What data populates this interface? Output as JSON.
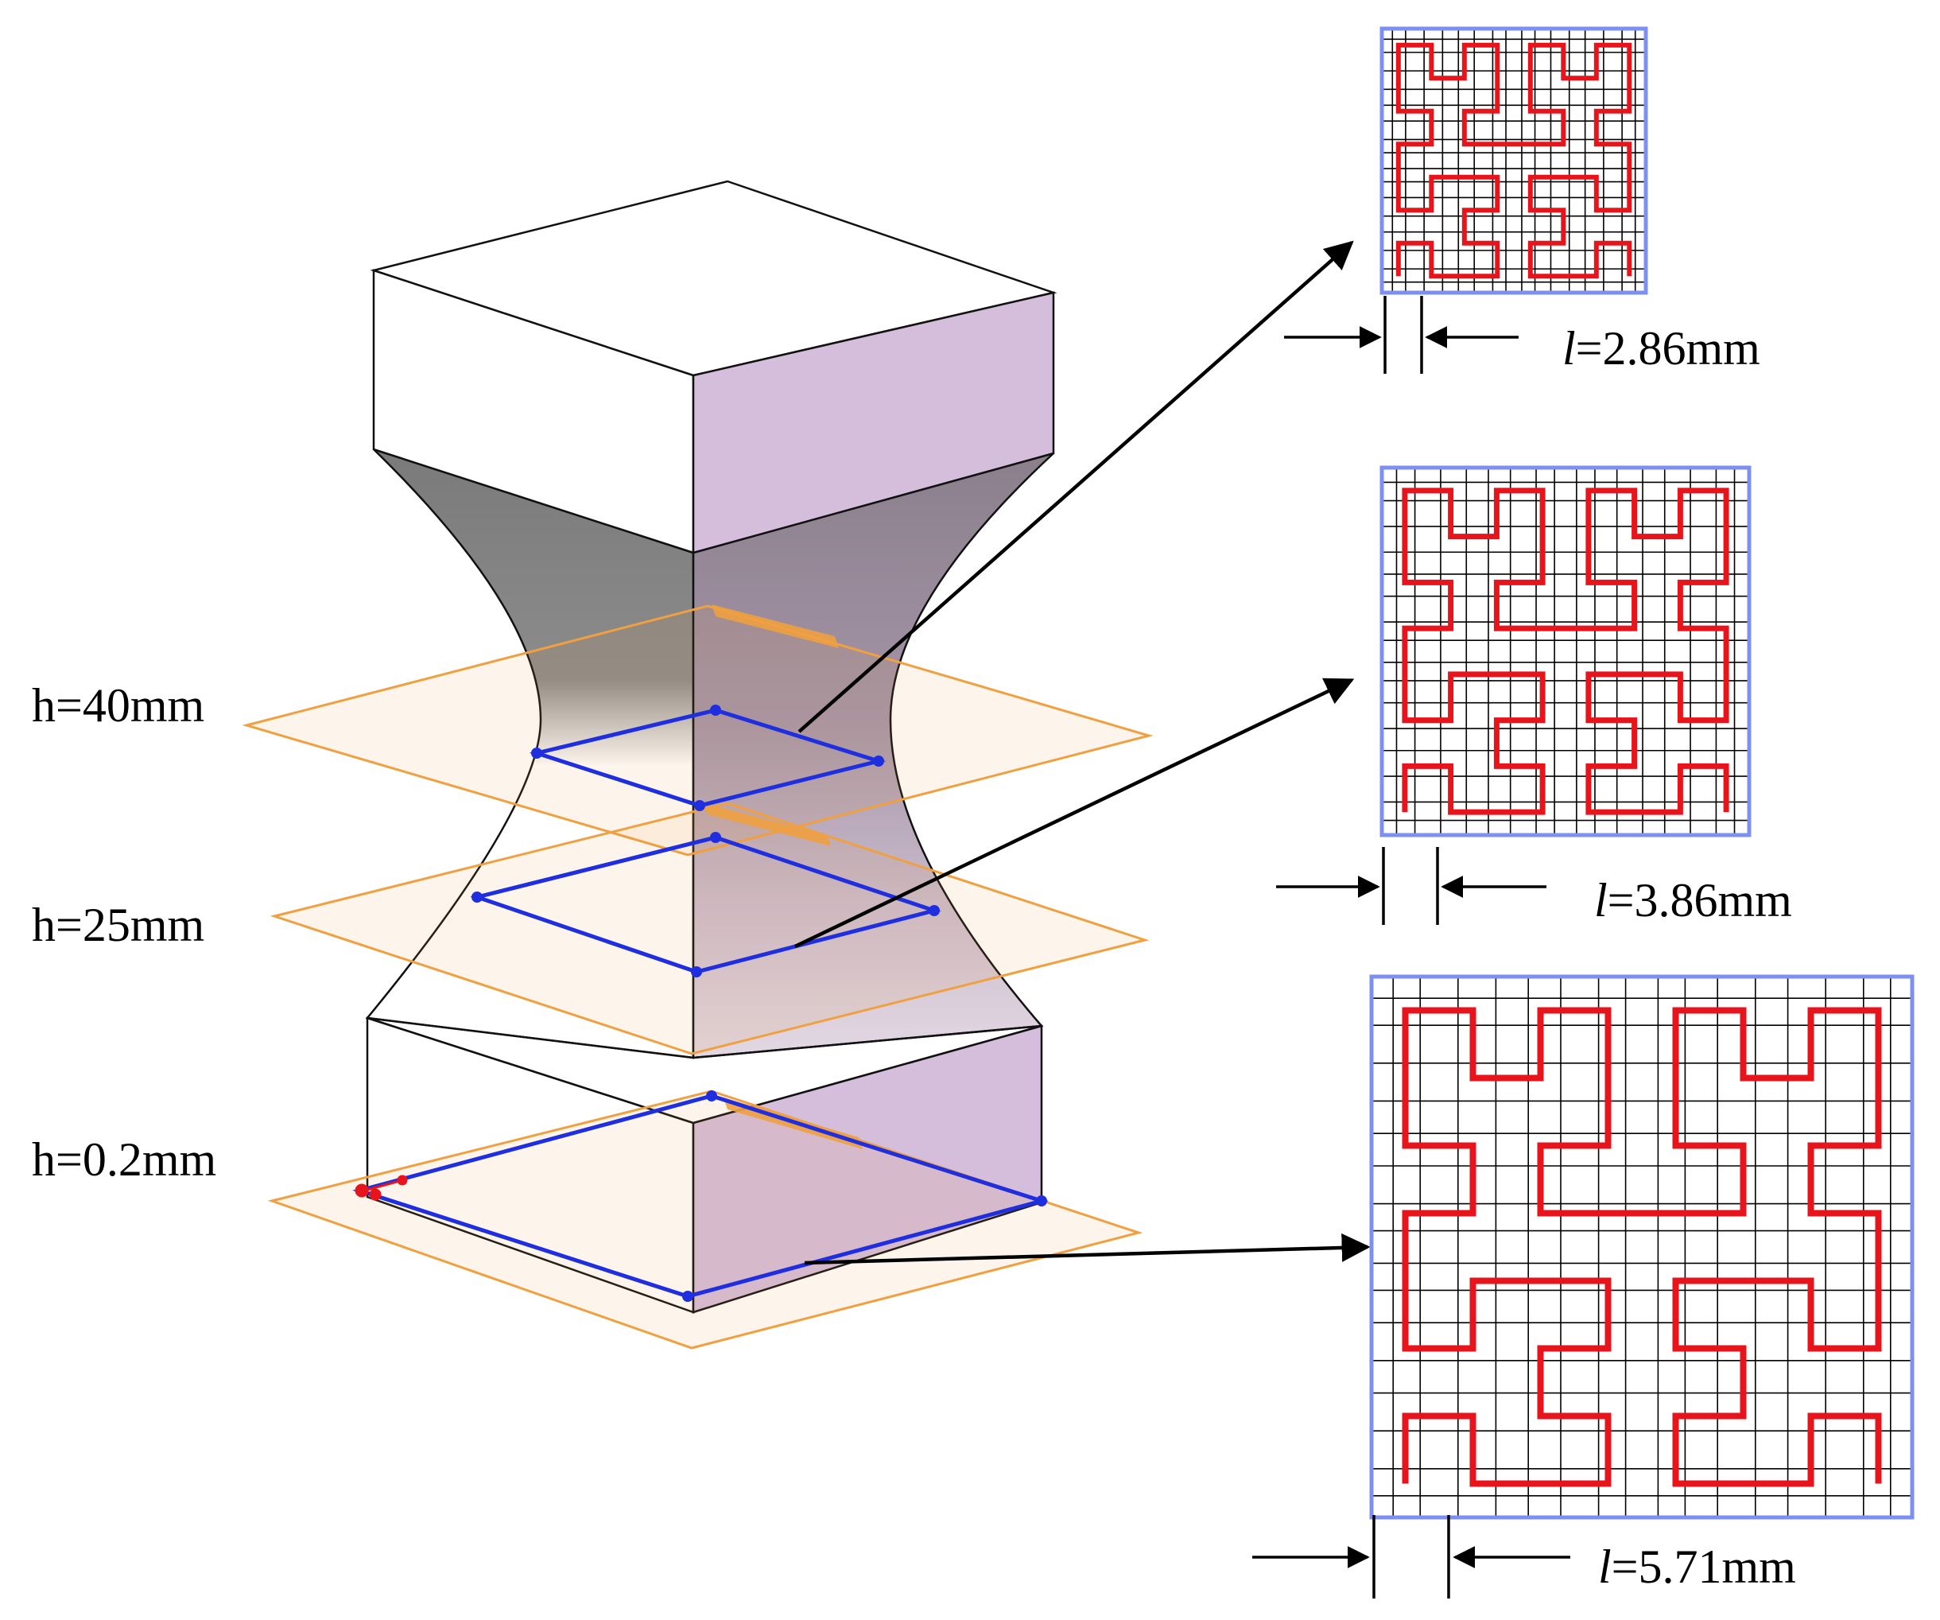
{
  "labels": {
    "h_top": "h=40mm",
    "h_mid": "h=25mm",
    "h_bottom": "h=0.2mm",
    "l_var": "l",
    "l1_value": "=2.86mm",
    "l2_value": "=3.86mm",
    "l3_value": "=5.71mm"
  },
  "colors": {
    "path": "#e8141c",
    "frame": "#7d8ff0",
    "section": "#1f2fe0",
    "plane": "#f0a040",
    "side_face": "#d4bedc",
    "grid": "#000000"
  },
  "hilbert_order": 3
}
